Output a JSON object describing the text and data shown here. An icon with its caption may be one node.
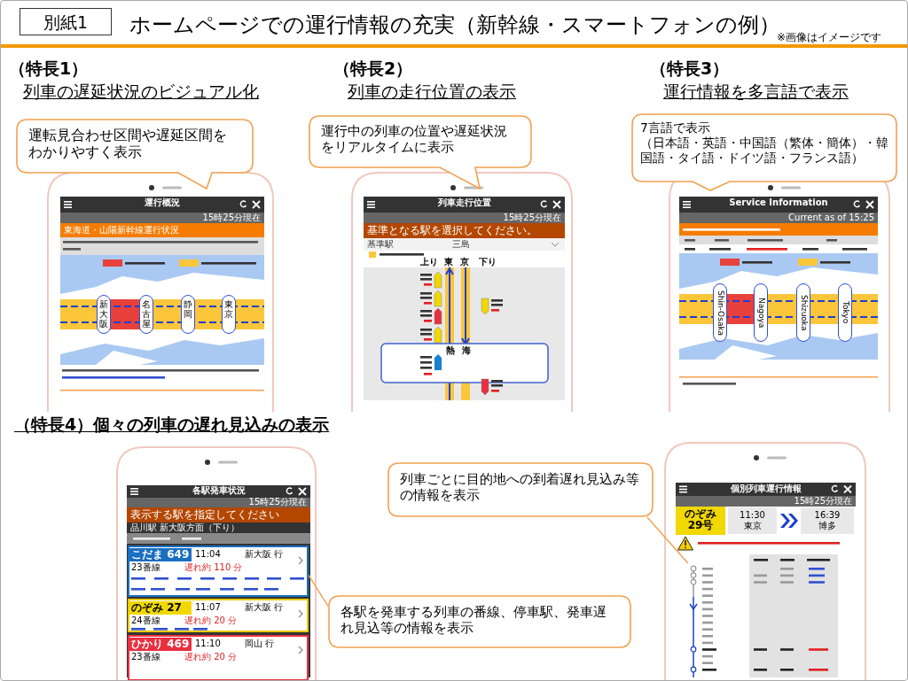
{
  "diagram": {
    "title": "ホームページでの運行情報の充実（新幹線・スマートフォンの例）",
    "nodes": [
      {
        "text": [
          "運転見合わせ区間や遅延区間をわかりやすく表示"
        ]
      },
      {
        "text": [
          "運行中の列車の位置や遅延状況をリアルタイムに表示"
        ]
      },
      {
        "text": [
          "7言語で表示",
          "（日本語・英語・中国語（繁体・簡体）・韓国語・タイ語・ドイツ語・フランス語）"
        ]
      },
      {
        "text": [
          "列車ごとに目的地への到着遅れ見込み等の情報を表示"
        ]
      },
      {
        "text": [],
        "shape": "picture"
      },
      {
        "text": [
          "各駅を発車する列車の番線、停車駅、発車遅れ見込等の情報を表示"
        ]
      },
      {
        "text": [],
        "shape": "box"
      }
    ],
    "edges": [
      {
        "from": 3,
        "to": 4,
        "arrow": "none"
      },
      {
        "from": 5,
        "to": 6,
        "arrow": "none"
      }
    ],
    "labels": [
      "別紙1",
      "※画像はイメージです",
      "（特長1）",
      "列車の遅延状況のビジュアル化",
      "（特長2）",
      "列車の走行位置の表示",
      "（特長3）",
      "運行情報を多言語で表示",
      "（特長4）個々の列車の遅れ見込みの表示",
      "運行概況",
      "新大阪",
      "名古屋",
      "静岡",
      "東京",
      "列車走行位置",
      "上り",
      "東京",
      "下り",
      "熱海",
      "Service Information",
      "Shin-Osaka",
      "Nagoya",
      "Shizuoka",
      "Tokyo",
      "各駅発車状況",
      "こだま 649",
      "11:04",
      "新大阪 行",
      "23番線",
      "遅れ約 110 分",
      "のぞみ 27",
      "11:07",
      "新大阪 行",
      "24番線",
      "遅れ約 20 分",
      "ひかり 469",
      "11:10",
      "岡山 行",
      "23番線",
      "遅れ約 20 分",
      "個別列車運行情報",
      "のぞみ 29号",
      "11:30 東京",
      "16:39 博多",
      "15時25分現在",
      "東海道・山陽新幹線運行状況",
      "15時25分現在",
      "基準となる駅を選択してください。",
      "基準駅",
      "三島",
      "Current as of 15:25",
      "15時25分現在",
      "表示する駅を指定してください",
      "品川駅 新大阪方面（下り）",
      "15時25分現在"
    ]
  }
}
